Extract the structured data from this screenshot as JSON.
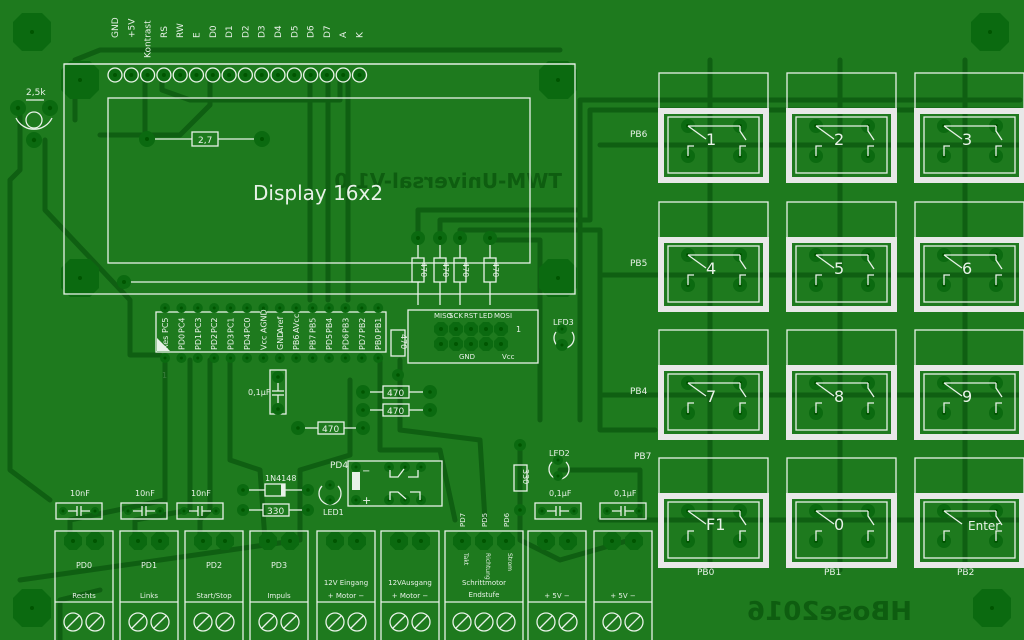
{
  "board": {
    "background_color": "#1e7a1e",
    "trace_color": "#0f5f12",
    "silkscreen_color": "#e8f2e8",
    "mirrored_texts": [
      "TWM-Universal-V1.0",
      "HBose2016"
    ]
  },
  "display": {
    "title": "Display 16x2",
    "pin_labels": [
      "GND",
      "+5V",
      "Kontrast",
      "RS",
      "RW",
      "E",
      "D0",
      "D1",
      "D2",
      "D3",
      "D4",
      "D5",
      "D6",
      "D7",
      "A",
      "K"
    ],
    "resistor": "2,7",
    "led_resistors": [
      "470",
      "470",
      "470",
      "470"
    ]
  },
  "potentiometer": {
    "value": "2,5k"
  },
  "mcu": {
    "top_labels": [
      "PC5",
      "PC4",
      "PC3",
      "PC2",
      "PC1",
      "PC0",
      "AGND",
      "Aref",
      "AVcc",
      "PB5",
      "PB4",
      "PB3",
      "PB2",
      "PB1"
    ],
    "bottom_labels": [
      "Res",
      "PD0",
      "PD1",
      "PD2",
      "PD3",
      "PD4",
      "Vcc",
      "GND",
      "PB6",
      "PB7",
      "PD5",
      "PD6",
      "PD7",
      "PB0"
    ],
    "pin1_marker": "1"
  },
  "isp": {
    "top_labels": [
      "MISO",
      "SCK",
      "RST",
      "LED",
      "MOSI"
    ],
    "bottom_labels": [
      "GND",
      "Vcc"
    ],
    "pin1": "1"
  },
  "leds": {
    "led1": "LED1",
    "led2": "LED2",
    "led3": "LED3"
  },
  "components": {
    "cap_mcu": "0,1µF",
    "res_470_a": "470",
    "res_470_b": "470",
    "res_470_c": "470",
    "res_470_side": "470",
    "diode": "1N4148",
    "res_330": "330",
    "res_330_v": "330",
    "relay_label": "PD4",
    "relay_minus": "−",
    "relay_plus": "+",
    "cap_10nf": [
      "10nF",
      "10nF",
      "10nF"
    ],
    "cap_01uf": [
      "0,1µF",
      "0,1µF"
    ]
  },
  "terminals": [
    {
      "signal": "PD0",
      "name": "Rechts"
    },
    {
      "signal": "PD1",
      "name": "Links"
    },
    {
      "signal": "PD2",
      "name": "Start/Stop"
    },
    {
      "signal": "PD3",
      "name": "Impuls"
    },
    {
      "signal": "12V Eingang",
      "name": "+ Motor −"
    },
    {
      "signal": "12VAusgang",
      "name": "+ Motor −"
    },
    {
      "signal": "Schrittmotor",
      "name": "Endstufe",
      "pins": [
        "PD7",
        "PD5",
        "PD6"
      ],
      "pin_names": [
        "Takt",
        "Richtung",
        "Strom"
      ]
    },
    {
      "signal": "",
      "name": "+ 5V −"
    },
    {
      "signal": "",
      "name": "+ 5V −"
    }
  ],
  "keypad": {
    "row_labels": [
      "PB6",
      "PB5",
      "PB4",
      "PB7"
    ],
    "col_labels": [
      "PB0",
      "PB1",
      "PB2"
    ],
    "keys": [
      "1",
      "2",
      "3",
      "4",
      "5",
      "6",
      "7",
      "8",
      "9",
      "F1",
      "0",
      "Enter"
    ]
  }
}
